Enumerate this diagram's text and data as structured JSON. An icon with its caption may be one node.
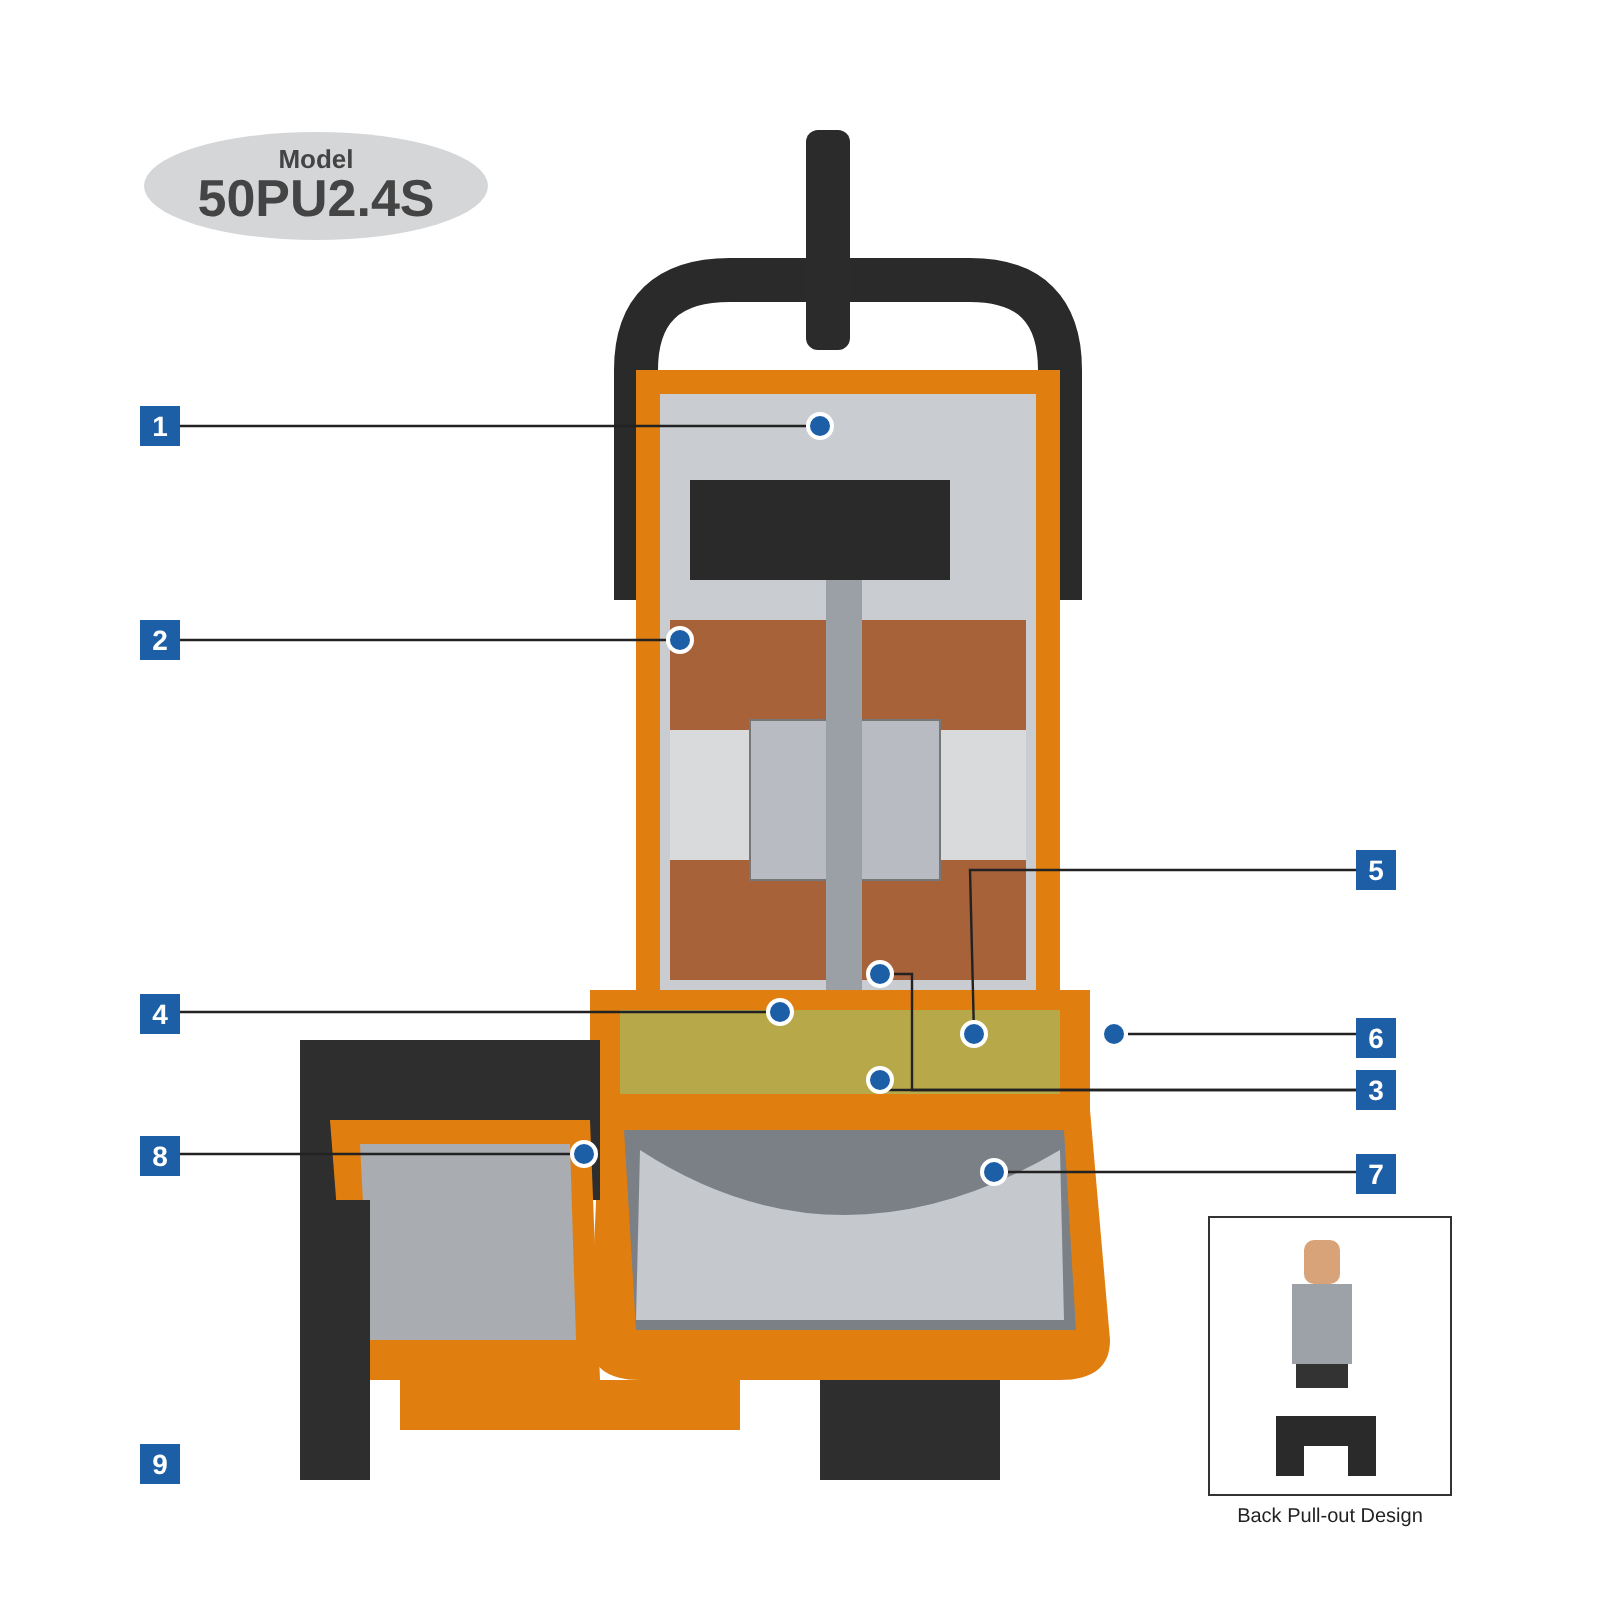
{
  "diagram": {
    "nodes": [
      {
        "text": [
          "Model",
          "50PU2.4S"
        ]
      },
      {
        "text": [
          "1"
        ]
      },
      {
        "text": [
          "2"
        ]
      },
      {
        "text": [
          "5"
        ]
      },
      {
        "text": [
          "4"
        ]
      },
      {
        "text": [
          "6"
        ]
      },
      {
        "text": [
          "3"
        ]
      },
      {
        "text": [
          "8"
        ]
      },
      {
        "text": [
          "7"
        ]
      },
      {
        "text": [],
        "shape": "circle"
      },
      {
        "text": [],
        "shape": "circle"
      },
      {
        "text": [],
        "shape": "circle"
      },
      {
        "text": [],
        "shape": "circle"
      },
      {
        "text": [],
        "shape": "circle"
      },
      {
        "text": [],
        "shape": "circle"
      },
      {
        "text": [],
        "shape": "circle"
      },
      {
        "text": [],
        "shape": "circle"
      },
      {
        "text": [],
        "shape": "circle"
      },
      {
        "text": [],
        "shape": "picture",
        "beside": [
          "Back Pull-out Design"
        ]
      },
      {
        "text": [
          "9"
        ]
      }
    ],
    "edges": [
      {
        "from": 1,
        "to": 9,
        "arrow": "none"
      },
      {
        "from": 2,
        "to": 10,
        "arrow": "none"
      },
      {
        "from": 3,
        "to": 13,
        "arrow": "none"
      },
      {
        "from": 4,
        "to": 12,
        "arrow": "none"
      },
      {
        "from": 5,
        "to": 14,
        "arrow": "none"
      },
      {
        "from": 6,
        "to": 11,
        "arrow": "none"
      },
      {
        "from": 6,
        "to": 15,
        "arrow": "none"
      },
      {
        "from": 7,
        "to": 16,
        "arrow": "none"
      },
      {
        "from": 8,
        "to": 17,
        "arrow": "none"
      }
    ]
  }
}
